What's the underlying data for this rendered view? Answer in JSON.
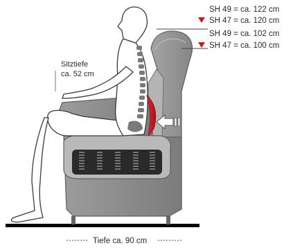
{
  "labels": {
    "sitztiefe_title": "Sitztiefe",
    "sitztiefe_value": "ca. 52 cm",
    "height_rows": [
      {
        "text": "SH 49 = ca. 122 cm",
        "marked": false
      },
      {
        "text": "SH 47 = ca. 120 cm",
        "marked": true
      },
      {
        "text": "SH 49 = ca. 102 cm",
        "marked": false
      },
      {
        "text": "SH 47 = ca. 100 cm",
        "marked": true
      }
    ],
    "depth": "Tiefe ca. 90 cm"
  },
  "colors": {
    "marker_red": "#d7141a",
    "lumbar_red": "#c8141c",
    "chair_gray": "#8f8f8f",
    "chair_dark": "#6e6e6e",
    "floor": "#000000"
  },
  "icons": {
    "arrow": "left-pointing-arrow",
    "marker": "red-down-triangle"
  }
}
